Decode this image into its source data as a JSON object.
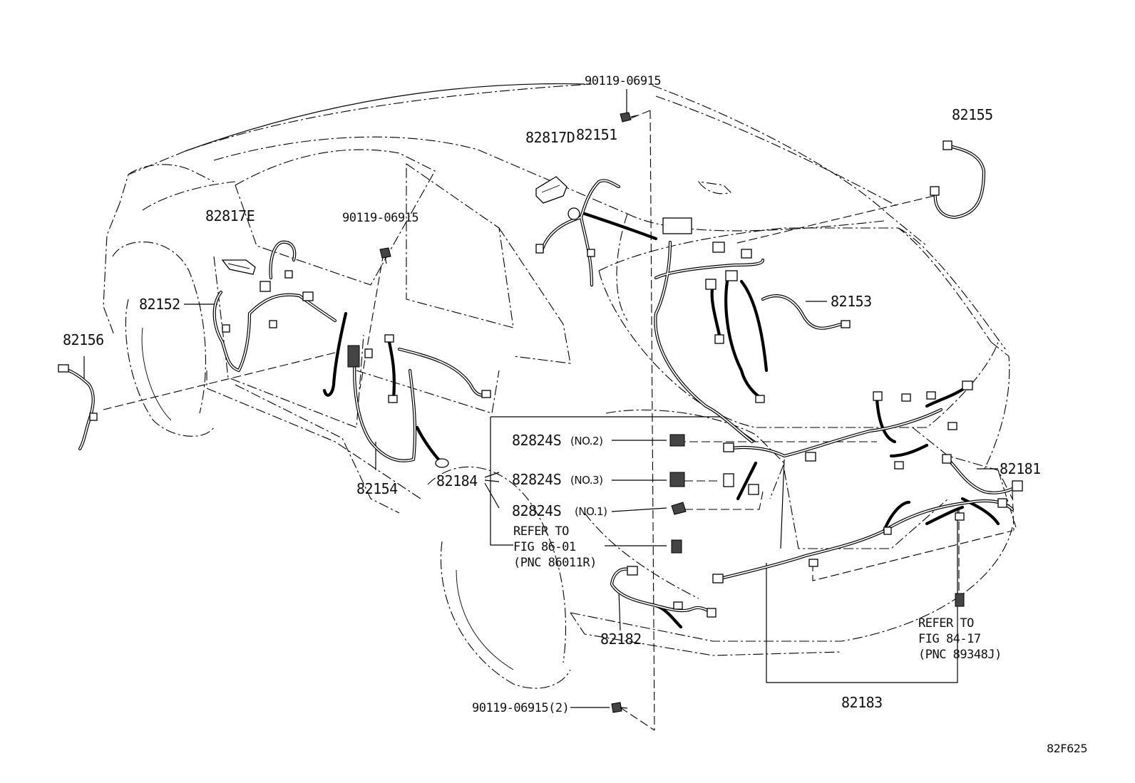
{
  "figure_id": "82F625",
  "labels": {
    "p90119_top": "90119-06915",
    "p82817D": "82817D",
    "p82151": "82151",
    "p82155": "82155",
    "p82817E": "82817E",
    "p90119_mid": "90119-06915",
    "p82152": "82152",
    "p82153": "82153",
    "p82156": "82156",
    "p82824S_a": "82824S",
    "p82824S_a_note": "(NO.2)",
    "p82824S_b": "82824S",
    "p82824S_b_note": "(NO.3)",
    "p82824S_c": "82824S",
    "p82824S_c_note": "(NO.1)",
    "p82184": "82184",
    "p82154": "82154",
    "p82181": "82181",
    "ref86_line1": "REFER TO",
    "ref86_line2": "FIG 86-01",
    "ref86_line3": "(PNC 86011R)",
    "p82182": "82182",
    "ref84_line1": "REFER TO",
    "ref84_line2": "FIG 84-17",
    "ref84_line3": "(PNC 89348J)",
    "p82183": "82183",
    "p90119_bot": "90119-06915(2)"
  }
}
